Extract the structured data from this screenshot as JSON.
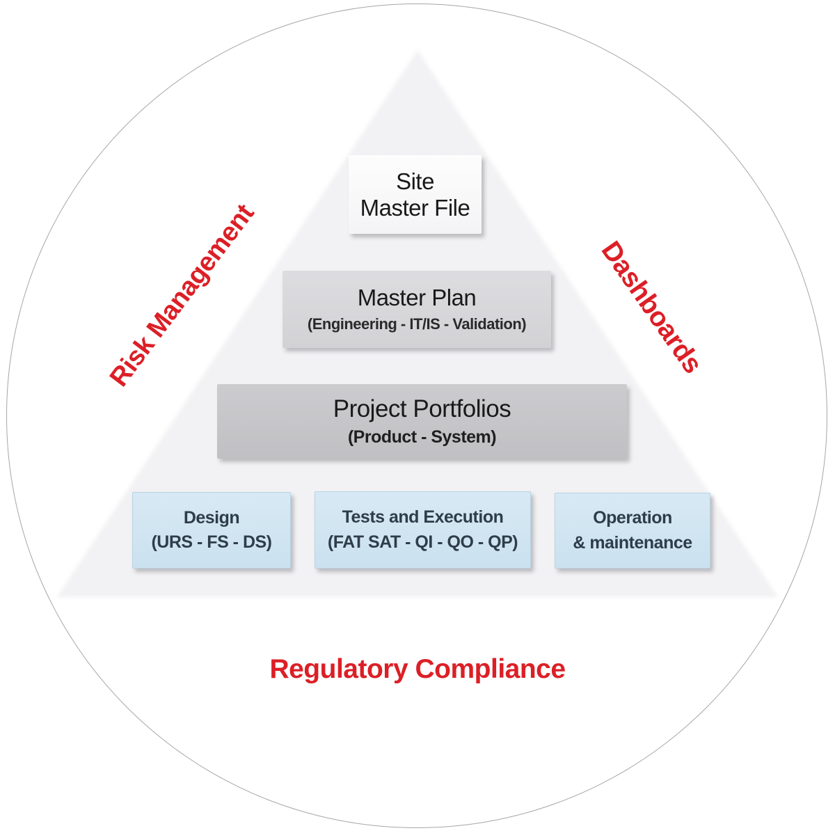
{
  "diagram": {
    "type": "pyramid-in-circle",
    "circle_labels": {
      "left": "Risk Management",
      "right": "Dashboards",
      "bottom": "Regulatory Compliance"
    },
    "pyramid": {
      "site_master_file": {
        "line1": "Site",
        "line2": "Master File"
      },
      "master_plan": {
        "title": "Master Plan",
        "subtitle": "(Engineering - IT/IS - Validation)"
      },
      "project_portfolios": {
        "title": "Project Portfolios",
        "subtitle": "(Product - System)"
      },
      "bottom_row": [
        {
          "title": "Design",
          "subtitle": "(URS - FS - DS)"
        },
        {
          "title": "Tests and Execution",
          "subtitle": "(FAT SAT - QI - QO - QP)"
        },
        {
          "title": "Operation",
          "subtitle": "& maintenance"
        }
      ]
    },
    "colors": {
      "label_red": "#dc1f26",
      "circle_border": "#a6a6aa",
      "triangle_fill": "#f2f1f3",
      "box_white": "#fafafb",
      "box_gray_light": "#d8d8db",
      "box_gray_medium": "#c6c6c9",
      "box_blue": "#cfe4f1",
      "blue_text": "#2e3d49"
    }
  }
}
